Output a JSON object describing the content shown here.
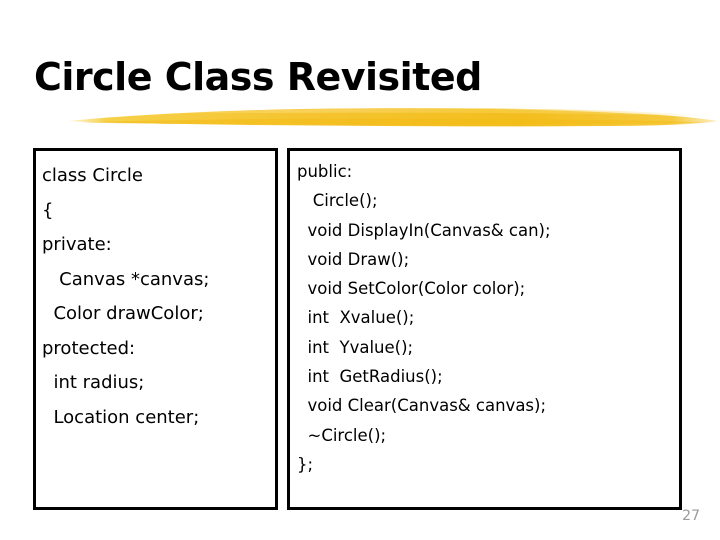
{
  "slide": {
    "title": "Circle Class Revisited",
    "page_number": "27",
    "accent_color": "#F5C431",
    "text_color": "#000000",
    "page_number_color": "#9A9A9A",
    "background_color": "#FFFFFF",
    "decoration": "yellow-brush-stroke-underline"
  },
  "left_box": {
    "name": "class-declaration-box",
    "lines": [
      "class Circle",
      "{",
      "private:",
      "   Canvas *canvas;",
      "  Color drawColor;",
      "protected:",
      "  int radius;",
      "  Location center;"
    ]
  },
  "right_box": {
    "name": "class-members-box",
    "lines": [
      "public:",
      "   Circle();",
      "  void DisplayIn(Canvas& can);",
      "  void Draw();",
      "  void SetColor(Color color);",
      "  int  Xvalue();",
      "  int  Yvalue();",
      "  int  GetRadius();",
      "  void Clear(Canvas& canvas);",
      "  ~Circle();",
      "};"
    ]
  }
}
